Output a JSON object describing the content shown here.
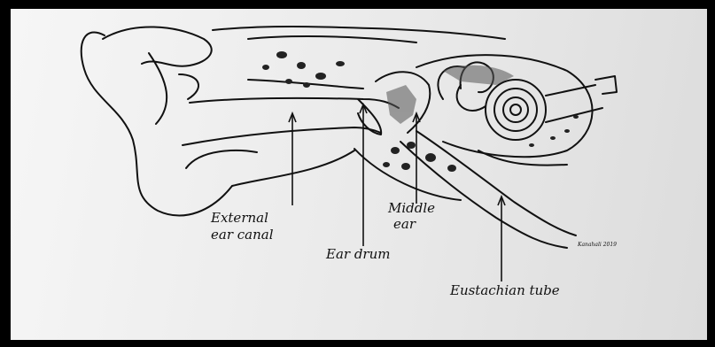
{
  "labels": {
    "external_line1": "External",
    "external_line2": "ear canal",
    "middle_line1": "Middle",
    "middle_line2": "ear",
    "ear_drum": "Ear drum",
    "eustachian": "Eustachian tube",
    "signature": "Kanahali 2019"
  },
  "colors": {
    "ink": "#111111",
    "paper": "#efefef",
    "frame": "#000000"
  }
}
